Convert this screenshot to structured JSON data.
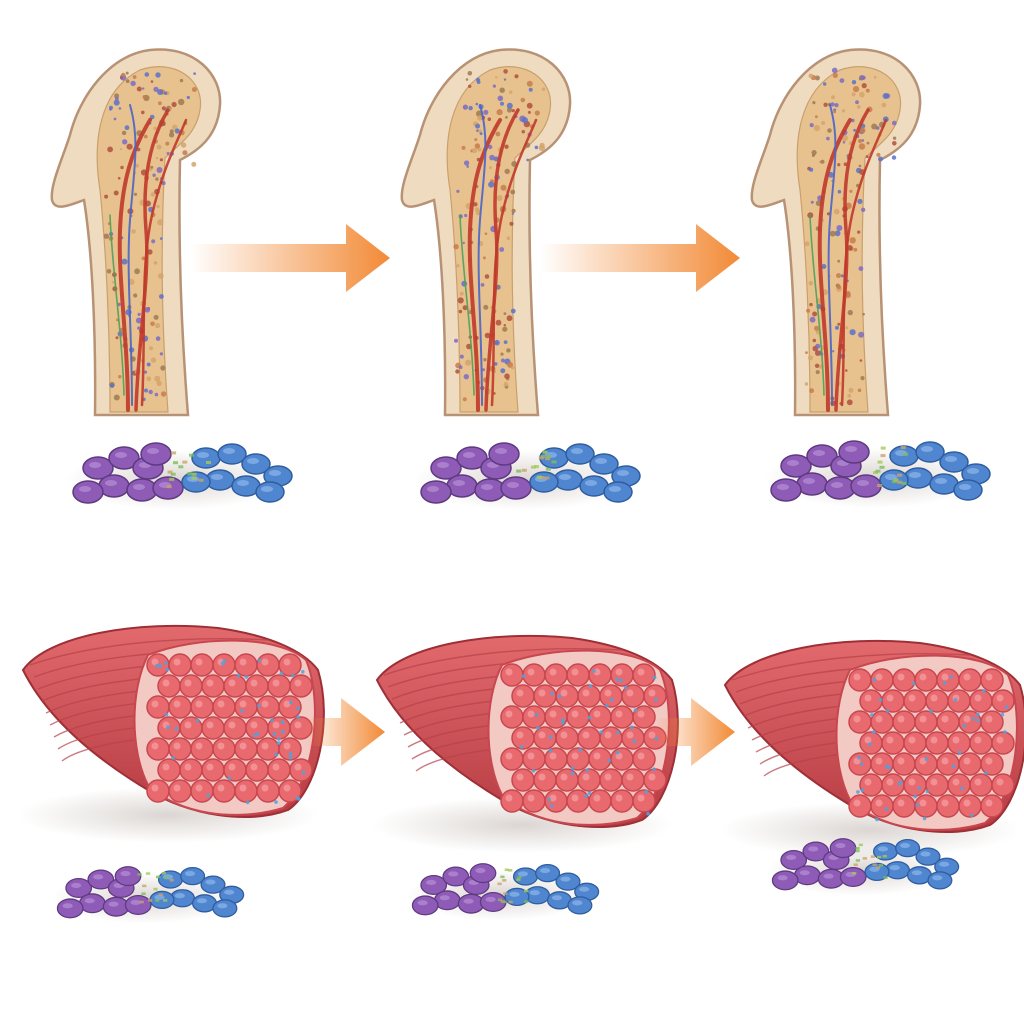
{
  "figure": {
    "rows": [
      {
        "name": "bone",
        "stages": 3,
        "cluster_colors": {
          "left": "#8e5bb6",
          "right": "#4f86cf"
        }
      },
      {
        "name": "muscle",
        "stages": 3,
        "cluster_colors": {
          "left": "#8e5bb6",
          "right": "#4f86cf"
        }
      }
    ]
  },
  "palette": {
    "bone_shell": "#efdcc0",
    "bone_outline": "#b89274",
    "marrow": "#e7c28e",
    "vessel_red": "#c0392b",
    "vessel_blue": "#4a64c8",
    "muscle_skin": "#d6545a",
    "muscle_dark": "#b53b42",
    "muscle_cell": "#e86a6f",
    "muscle_cell_rim": "#c8474f",
    "interstitial_blue": "#4aa3e0",
    "arrow": "#f28a36",
    "cell_purple": "#8e5bb6",
    "cell_blue": "#4f86cf"
  }
}
